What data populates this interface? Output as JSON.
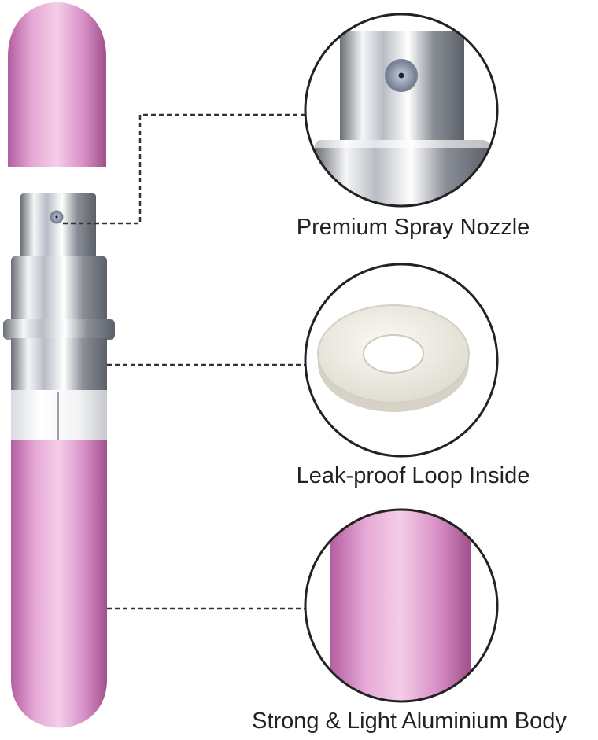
{
  "captions": {
    "nozzle": "Premium Spray Nozzle",
    "loop": "Leak-proof Loop Inside",
    "body": "Strong & Light Aluminium Body"
  },
  "colors": {
    "pink_light": "#f4cde8",
    "pink_mid": "#d58cc4",
    "pink_dark": "#a04f8c",
    "silver_light": "#f5f6f8",
    "silver_mid": "#b8bcc4",
    "silver_dark": "#5c6068",
    "leader_line": "#333333",
    "washer": "#efece4"
  },
  "icons": {
    "cap": "atomizer-cap",
    "bottle": "atomizer-bottle",
    "nozzle_detail": "spray-nozzle-closeup",
    "washer_detail": "leak-proof-washer",
    "body_detail": "aluminium-body-closeup"
  }
}
